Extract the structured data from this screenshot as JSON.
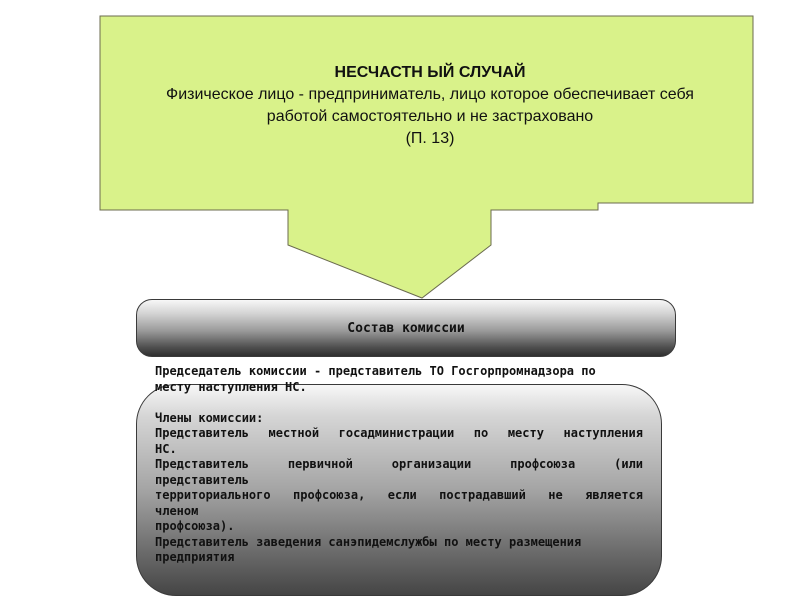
{
  "case_box": {
    "title": "НЕСЧАСТН ЫЙ СЛУЧАЙ",
    "lines": [
      "Физическое лицо - предприниматель, лицо которое обеспечивает себя",
      "работой самостоятельно и не застраховано",
      "(П. 13)"
    ]
  },
  "committee": {
    "label": "Состав комиссии"
  },
  "members": {
    "chairman_line_1": "Председатель комиссии - представитель ТО Госгорпромнадзора по",
    "chairman_line_2": "месту наступления НС.",
    "members_heading": "Члены комиссии:",
    "rep_local_1": "Представитель местной госадминистрации по месту наступления",
    "rep_local_2": "НС.",
    "rep_union_1": "Представитель первичной организации профсоюза (или",
    "rep_union_2": "представитель",
    "rep_union_3": "территориального профсоюза, если пострадавший не является",
    "rep_union_4": "членом",
    "rep_union_5": "профсоюза).",
    "rep_sanitary_1": "Представитель заведения санэпидемслужбы по месту размещения",
    "rep_sanitary_2": "предприятия"
  },
  "colors": {
    "arrow_fill": "#d9f28a",
    "arrow_stroke": "#6b6b4f",
    "bar_gradient_dark": "#2f2f2f",
    "bar_gradient_light": "#f7f7f7"
  }
}
